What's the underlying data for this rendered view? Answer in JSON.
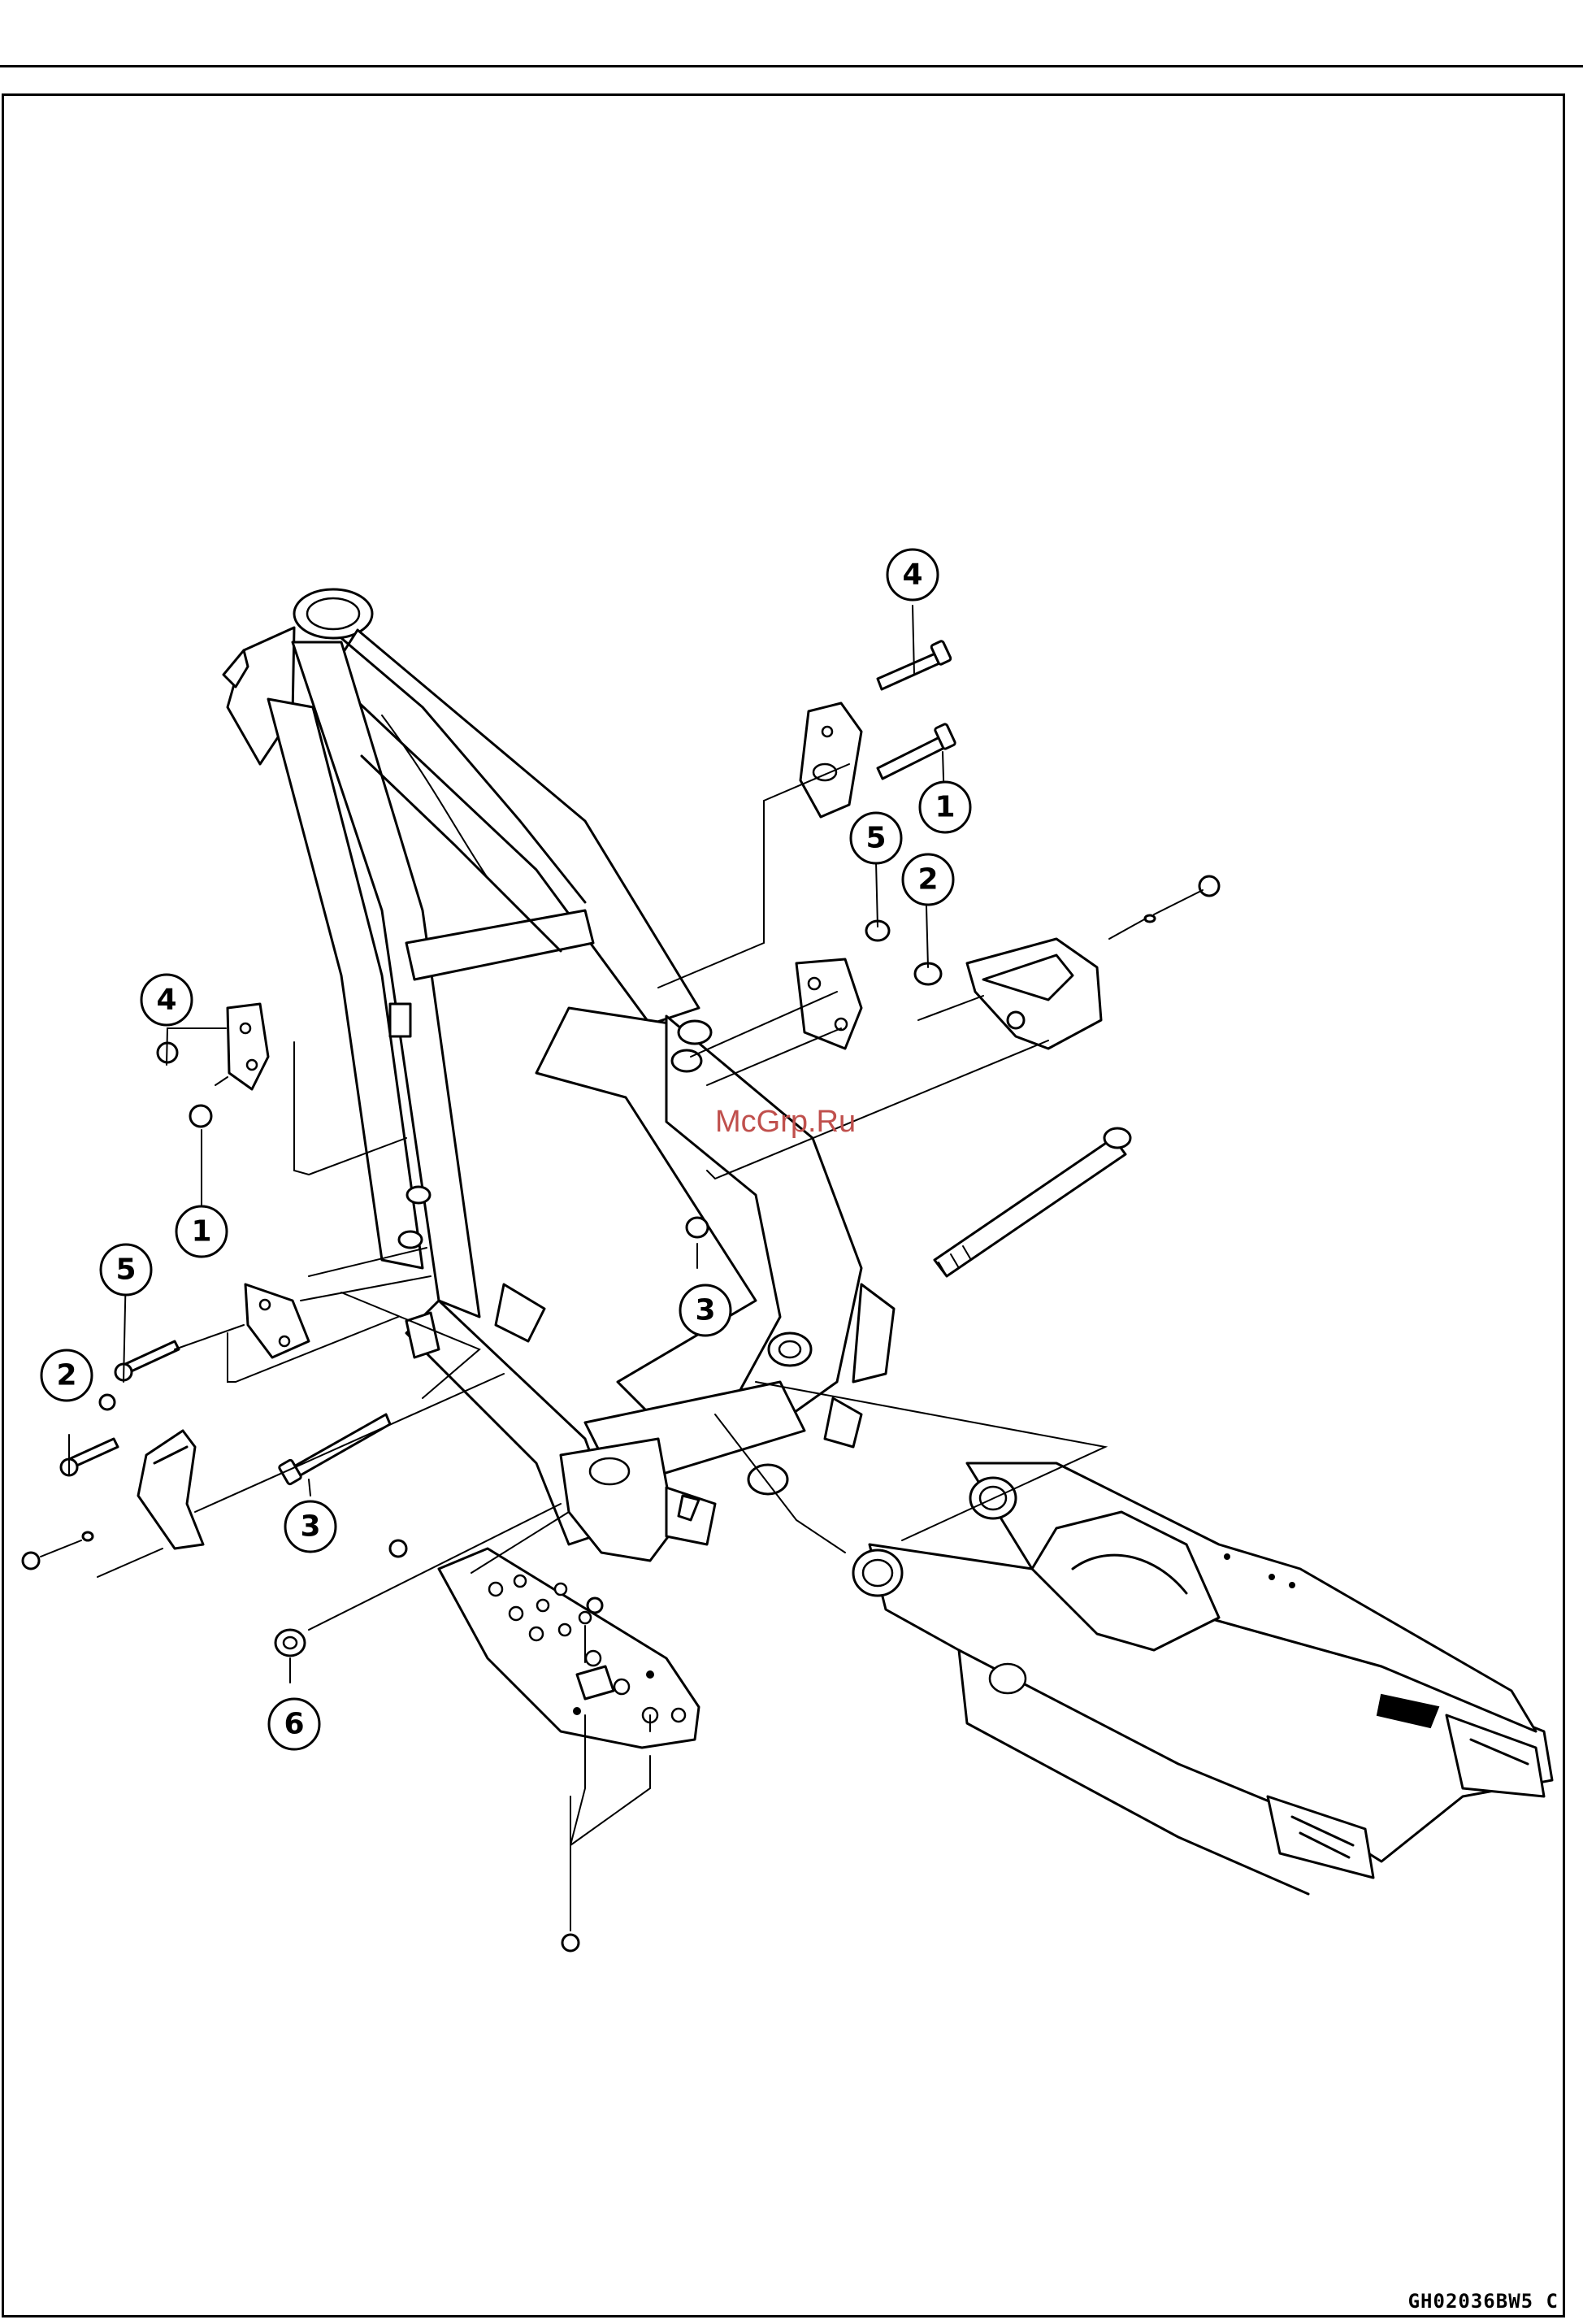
{
  "figure": {
    "code": "GH02036BW5 C",
    "watermark": "McGrp.Ru"
  },
  "callouts": [
    {
      "id": "c4-top",
      "label": "4"
    },
    {
      "id": "c1-top",
      "label": "1"
    },
    {
      "id": "c5-right",
      "label": "5"
    },
    {
      "id": "c2-right",
      "label": "2"
    },
    {
      "id": "c4-left",
      "label": "4"
    },
    {
      "id": "c1-left",
      "label": "1"
    },
    {
      "id": "c5-left",
      "label": "5"
    },
    {
      "id": "c3-center",
      "label": "3"
    },
    {
      "id": "c2-left",
      "label": "2"
    },
    {
      "id": "c3-lower",
      "label": "3"
    },
    {
      "id": "c6-lower",
      "label": "6"
    }
  ]
}
